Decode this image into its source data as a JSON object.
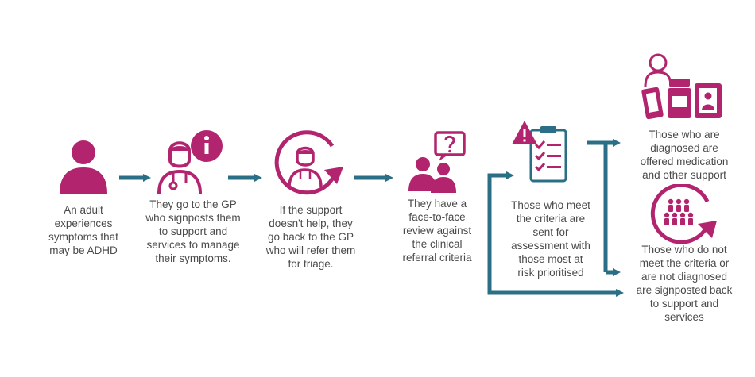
{
  "colors": {
    "magenta": "#b3246f",
    "teal": "#2a6f86",
    "text": "#4a4a4a"
  },
  "steps": [
    {
      "text": "An adult\nexperiences\nsymptoms that\nmay be ADHD",
      "icon": "person-icon"
    },
    {
      "text": "They go to the GP\nwho signposts them\nto support and\nservices to manage\ntheir symptoms.",
      "icon": "gp-info-icon"
    },
    {
      "text": "If the support\ndoesn't help, they\ngo back to the GP\nwho will refer them\nfor triage.",
      "icon": "gp-return-icon"
    },
    {
      "text": "They have a\nface-to-face\nreview against\nthe clinical\nreferral criteria",
      "icon": "face-to-face-review-icon"
    },
    {
      "text": "Those who meet\nthe criteria are\nsent for\nassessment with\nthose most at\nrisk prioritised",
      "icon": "warning-checklist-icon"
    }
  ],
  "outcomes": [
    {
      "text": "Those who are\ndiagnosed are\noffered medication\nand other support",
      "icon": "medication-icon"
    },
    {
      "text": "Those who do not\nmeet the criteria or\nare not diagnosed\nare signposted back\nto support and\nservices",
      "icon": "signpost-back-icon"
    }
  ]
}
